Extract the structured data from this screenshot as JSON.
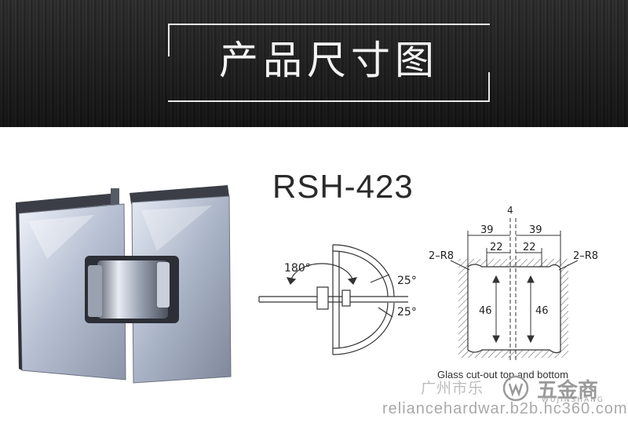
{
  "banner": {
    "title": "产品尺寸图"
  },
  "product": {
    "model": "RSH-423"
  },
  "side_view": {
    "angle_open": "180°",
    "angle_top": "25°",
    "angle_bottom": "25°"
  },
  "cutout": {
    "gap": "4",
    "outer_left": "39",
    "outer_right": "39",
    "inner_left": "22",
    "inner_right": "22",
    "radius_left": "2–R8",
    "radius_right": "2–R8",
    "height_left": "46",
    "height_right": "46",
    "caption": "Glass cut-out top and bottom"
  },
  "watermark": {
    "city_text": "广州市乐",
    "url": "reliancehardwar.b2b.hc360.com",
    "brand": "五金商",
    "brand_sub": "WUJINSHANG"
  }
}
